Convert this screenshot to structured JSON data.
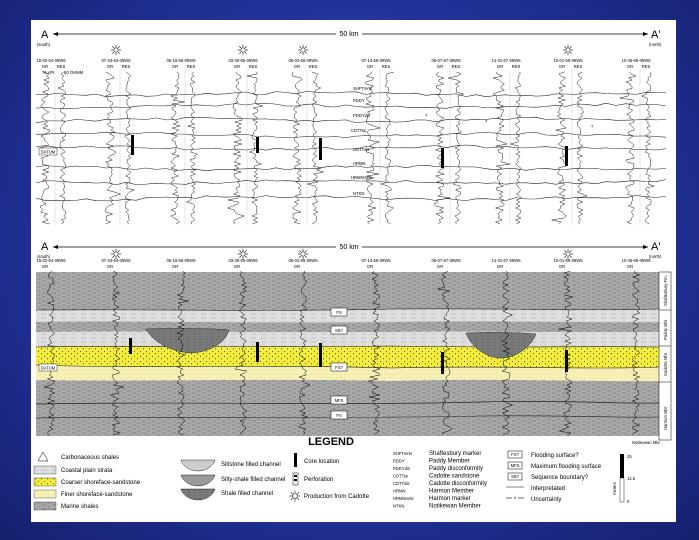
{
  "top_panel": {
    "a_label": "A",
    "a_prime_label": "A'",
    "south": "(south)",
    "north": "(north)",
    "distance": "50 km",
    "wells": [
      "15-02-64-08W6",
      "07-33-64-08W6",
      "06-16-65-08W6",
      "03-30-65-08W6",
      "08-02-66-09W6",
      "07-13-66-09W6",
      "06-07-67-08W6",
      "14-31-67-08W6",
      "10-01-68-09W6",
      "10-36-68-09W6"
    ],
    "gr_label": "GR",
    "res_label": "RES",
    "scale_api": "75 API",
    "scale_ohm": "80 OHMM",
    "datum": "DATUM",
    "markers": [
      "SHFTmrkr",
      "PDDY",
      "PDDYdis",
      "CDTTss",
      "CDTTdis",
      "HRMN",
      "HRMNmrkr",
      "NTKN"
    ],
    "question": "?"
  },
  "bottom_panel": {
    "a_label": "A",
    "a_prime_label": "A'",
    "south": "(south)",
    "north": "(north)",
    "distance": "50 km",
    "gr_label": "GR",
    "datum": "DATUM",
    "surfaces": [
      "FS",
      "SB?",
      "FS?",
      "MFS",
      "FS"
    ],
    "members": [
      "Shaftesbury Fm.",
      "Paddy Mbr",
      "Cadotte Mbr.",
      "Harmon Mbr"
    ],
    "notikewan": "Notikewan Mbr"
  },
  "legend": {
    "title": "LEGEND",
    "lithology": [
      "Carbonaceous shales",
      "Coastal plain strata",
      "Coarser shoreface-sandstone",
      "Finer shoreface-sandstone",
      "Marine shales"
    ],
    "channels": [
      "Siltstone filled channel",
      "Silty-shale filled channel",
      "Shale filled channel"
    ],
    "symbols": [
      "Core location",
      "Perforation",
      "Production from Cadotte"
    ],
    "abbreviations": [
      {
        "abbr": "SHFTmrkr",
        "name": "Shaftesbury marker"
      },
      {
        "abbr": "PDDY",
        "name": "Paddy Member"
      },
      {
        "abbr": "PDDYdis",
        "name": "Paddy disconformity"
      },
      {
        "abbr": "CDTTss",
        "name": "Cadotte sandstone"
      },
      {
        "abbr": "CDTTdis",
        "name": "Cadotte disconformity"
      },
      {
        "abbr": "HRMN",
        "name": "Harmon Member"
      },
      {
        "abbr": "HRMNmrkr",
        "name": "Harmon marker"
      },
      {
        "abbr": "NTKN",
        "name": "Notikewan Member"
      }
    ],
    "surface_keys": [
      {
        "abbr": "FS?",
        "name": "Flooding surface?"
      },
      {
        "abbr": "MFS",
        "name": "Maximum flooding surface"
      },
      {
        "abbr": "SB?",
        "name": "Sequence boundary?"
      },
      {
        "abbr": "",
        "name": "Interpretated"
      },
      {
        "abbr": "?",
        "name": "Uncertainty"
      }
    ],
    "scale_values": [
      "25",
      "12.5",
      "0"
    ],
    "scale_unit": "meters"
  },
  "colors": {
    "background": "#2438a6",
    "coarse_sand": "#f4ee3a",
    "fine_sand": "#f5efb0",
    "marine_shale": "#a7a7a7",
    "coastal": "#d9d9d9",
    "channel": "#7d7d7d"
  }
}
